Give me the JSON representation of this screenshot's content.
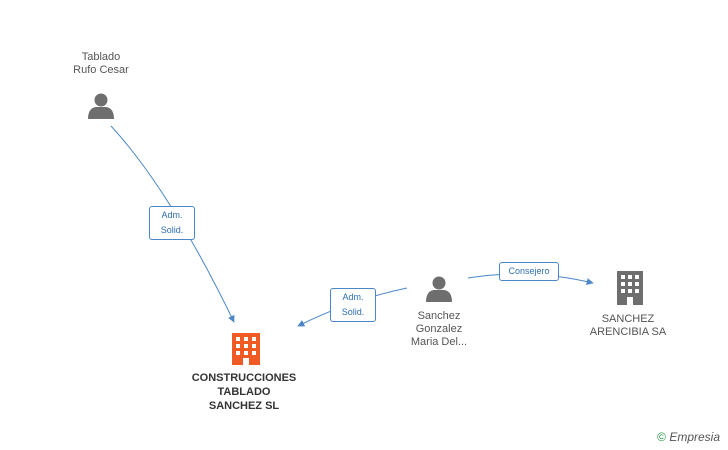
{
  "nodes": [
    {
      "id": "tablado",
      "type": "person",
      "label": "Tablado\nRufo Cesar",
      "color": "#6e6e6e"
    },
    {
      "id": "sanchez_gonzalez",
      "type": "person",
      "label": "Sanchez\nGonzalez\nMaria Del...",
      "color": "#6e6e6e"
    },
    {
      "id": "construcciones",
      "type": "company",
      "label": "CONSTRUCCIONES\nTABLADO\nSANCHEZ SL",
      "color": "#f05a24",
      "highlight": true
    },
    {
      "id": "sanchez_arencibia",
      "type": "company",
      "label": "SANCHEZ\nARENCIBIA SA",
      "color": "#6e6e6e"
    }
  ],
  "edges": [
    {
      "from": "tablado",
      "to": "construcciones",
      "label": "Adm.\nSolid."
    },
    {
      "from": "sanchez_gonzalez",
      "to": "construcciones",
      "label": "Adm.\nSolid."
    },
    {
      "from": "sanchez_gonzalez",
      "to": "sanchez_arencibia",
      "label": "Consejero"
    }
  ],
  "colors": {
    "edge": "#4a86c8"
  },
  "watermark": {
    "symbol": "©",
    "brand": "Empresia"
  }
}
